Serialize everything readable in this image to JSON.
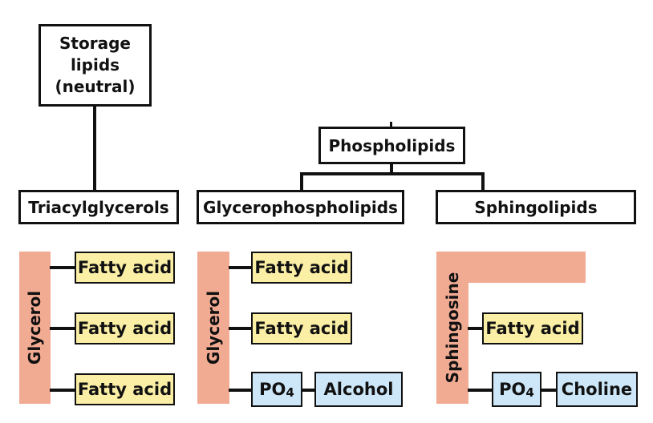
{
  "categories": {
    "storage": "Storage\nlipids\n(neutral)",
    "phospholipids": "Phospholipids",
    "triacylglycerols": "Triacylglycerols",
    "glycerophospholipids": "Glycerophospholipids",
    "sphingolipids": "Sphingolipids"
  },
  "triacylglycerol": {
    "backbone": "Glycerol",
    "chains": [
      "Fatty acid",
      "Fatty acid",
      "Fatty acid"
    ]
  },
  "glycerophospholipid": {
    "backbone": "Glycerol",
    "chains": [
      "Fatty acid",
      "Fatty acid"
    ],
    "phosphate": {
      "base": "PO",
      "sub": "4"
    },
    "head": "Alcohol"
  },
  "sphingolipid": {
    "backbone": "Sphingosine",
    "chain": "Fatty acid",
    "phosphate": {
      "base": "PO",
      "sub": "4"
    },
    "head": "Choline"
  },
  "colors": {
    "backbone": "#f2ab93",
    "fatty_acid": "#fbefa6",
    "phosphate": "#cde7f8",
    "line": "#111111"
  }
}
